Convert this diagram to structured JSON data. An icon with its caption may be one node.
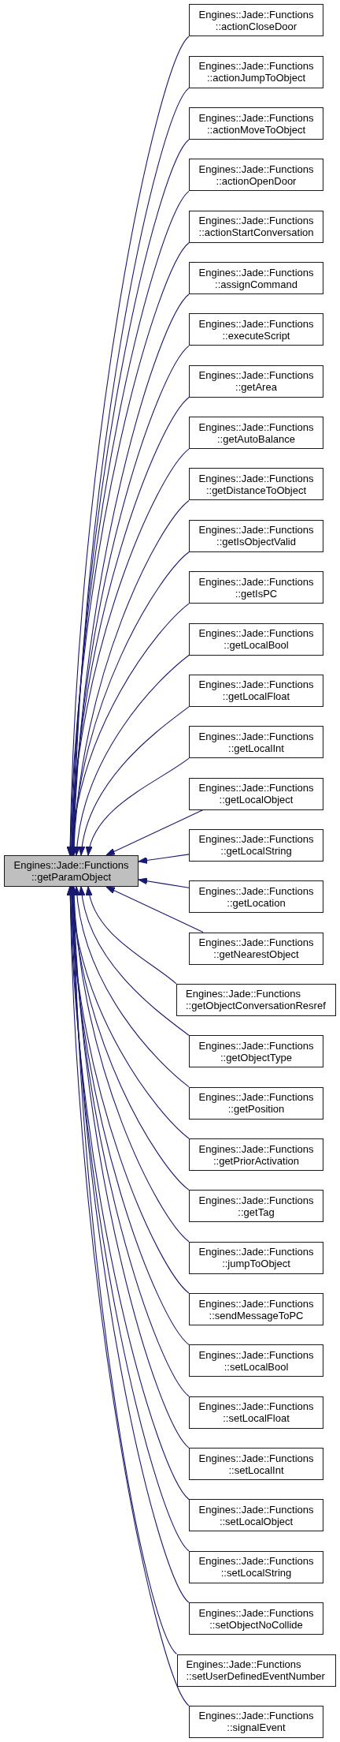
{
  "diagram": {
    "nodes": [
      {
        "text": [
          "Engines::Jade::Functions ::getParamObject"
        ]
      },
      {
        "text": [
          "Engines::Jade::Functions ::actionCloseDoor"
        ]
      },
      {
        "text": [
          "Engines::Jade::Functions ::actionJumpToObject"
        ]
      },
      {
        "text": [
          "Engines::Jade::Functions ::actionMoveToObject"
        ]
      },
      {
        "text": [
          "Engines::Jade::Functions ::actionOpenDoor"
        ]
      },
      {
        "text": [
          "Engines::Jade::Functions ::actionStartConversation"
        ]
      },
      {
        "text": [
          "Engines::Jade::Functions ::assignCommand"
        ]
      },
      {
        "text": [
          "Engines::Jade::Functions ::executeScript"
        ]
      },
      {
        "text": [
          "Engines::Jade::Functions ::getArea"
        ]
      },
      {
        "text": [
          "Engines::Jade::Functions ::getAutoBalance"
        ]
      },
      {
        "text": [
          "Engines::Jade::Functions ::getDistanceToObject"
        ]
      },
      {
        "text": [
          "Engines::Jade::Functions ::getIsObjectValid"
        ]
      },
      {
        "text": [
          "Engines::Jade::Functions ::getIsPC"
        ]
      },
      {
        "text": [
          "Engines::Jade::Functions ::getLocalBool"
        ]
      },
      {
        "text": [
          "Engines::Jade::Functions ::getLocalFloat"
        ]
      },
      {
        "text": [
          "Engines::Jade::Functions ::getLocalInt"
        ]
      },
      {
        "text": [
          "Engines::Jade::Functions ::getLocalObject"
        ]
      },
      {
        "text": [
          "Engines::Jade::Functions ::getLocalString"
        ]
      },
      {
        "text": [
          "Engines::Jade::Functions ::getLocation"
        ]
      },
      {
        "text": [
          "Engines::Jade::Functions ::getNearestObject"
        ]
      },
      {
        "text": [
          "Engines::Jade::Functions ::getObjectConversationResref"
        ]
      },
      {
        "text": [
          "Engines::Jade::Functions ::getObjectType"
        ]
      },
      {
        "text": [
          "Engines::Jade::Functions ::getPosition"
        ]
      },
      {
        "text": [
          "Engines::Jade::Functions ::getPriorActivation"
        ]
      },
      {
        "text": [
          "Engines::Jade::Functions ::getTag"
        ]
      },
      {
        "text": [
          "Engines::Jade::Functions ::jumpToObject"
        ]
      },
      {
        "text": [
          "Engines::Jade::Functions ::sendMessageToPC"
        ]
      },
      {
        "text": [
          "Engines::Jade::Functions ::setLocalBool"
        ]
      },
      {
        "text": [
          "Engines::Jade::Functions ::setLocalFloat"
        ]
      },
      {
        "text": [
          "Engines::Jade::Functions ::setLocalInt"
        ]
      },
      {
        "text": [
          "Engines::Jade::Functions ::setLocalObject"
        ]
      },
      {
        "text": [
          "Engines::Jade::Functions ::setLocalString"
        ]
      },
      {
        "text": [
          "Engines::Jade::Functions ::setObjectNoCollide"
        ]
      },
      {
        "text": [
          "Engines::Jade::Functions ::setUserDefinedEventNumber"
        ]
      },
      {
        "text": [
          "Engines::Jade::Functions ::signalEvent"
        ]
      }
    ],
    "edges": [
      {
        "from": 1,
        "to": 0,
        "arrow": "to"
      },
      {
        "from": 2,
        "to": 0,
        "arrow": "to"
      },
      {
        "from": 3,
        "to": 0,
        "arrow": "to"
      },
      {
        "from": 4,
        "to": 0,
        "arrow": "to"
      },
      {
        "from": 5,
        "to": 0,
        "arrow": "to"
      },
      {
        "from": 6,
        "to": 0,
        "arrow": "to"
      },
      {
        "from": 7,
        "to": 0,
        "arrow": "to"
      },
      {
        "from": 8,
        "to": 0,
        "arrow": "to"
      },
      {
        "from": 9,
        "to": 0,
        "arrow": "to"
      },
      {
        "from": 10,
        "to": 0,
        "arrow": "to"
      },
      {
        "from": 11,
        "to": 0,
        "arrow": "to"
      },
      {
        "from": 12,
        "to": 0,
        "arrow": "to"
      },
      {
        "from": 13,
        "to": 0,
        "arrow": "to"
      },
      {
        "from": 14,
        "to": 0,
        "arrow": "to"
      },
      {
        "from": 15,
        "to": 0,
        "arrow": "to"
      },
      {
        "from": 16,
        "to": 0,
        "arrow": "to"
      },
      {
        "from": 17,
        "to": 0,
        "arrow": "to"
      },
      {
        "from": 18,
        "to": 0,
        "arrow": "to"
      },
      {
        "from": 19,
        "to": 0,
        "arrow": "to"
      },
      {
        "from": 20,
        "to": 0,
        "arrow": "to"
      },
      {
        "from": 21,
        "to": 0,
        "arrow": "to"
      },
      {
        "from": 22,
        "to": 0,
        "arrow": "to"
      },
      {
        "from": 23,
        "to": 0,
        "arrow": "to"
      },
      {
        "from": 24,
        "to": 0,
        "arrow": "to"
      },
      {
        "from": 25,
        "to": 0,
        "arrow": "to"
      },
      {
        "from": 26,
        "to": 0,
        "arrow": "to"
      },
      {
        "from": 27,
        "to": 0,
        "arrow": "to"
      },
      {
        "from": 28,
        "to": 0,
        "arrow": "to"
      },
      {
        "from": 29,
        "to": 0,
        "arrow": "to"
      },
      {
        "from": 30,
        "to": 0,
        "arrow": "to"
      },
      {
        "from": 31,
        "to": 0,
        "arrow": "to"
      },
      {
        "from": 32,
        "to": 0,
        "arrow": "to"
      },
      {
        "from": 33,
        "to": 0,
        "arrow": "to"
      },
      {
        "from": 34,
        "to": 0,
        "arrow": "to"
      }
    ]
  }
}
